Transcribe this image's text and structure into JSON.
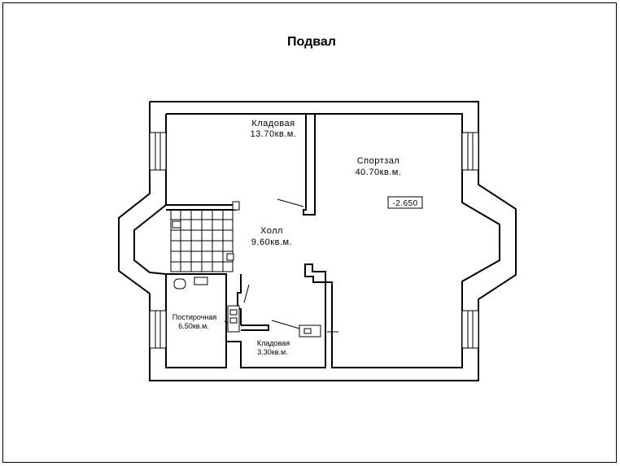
{
  "plan": {
    "title": "Подвал",
    "rooms": [
      {
        "id": "storage-1",
        "name": "Кладовая",
        "area": "13.70кв.м."
      },
      {
        "id": "gym",
        "name": "Спортзал",
        "area": "40.70кв.м."
      },
      {
        "id": "hall",
        "name": "Холл",
        "area": "9.60кв.м."
      },
      {
        "id": "laundry",
        "name": "Постирочная",
        "area": "6.50кв.м."
      },
      {
        "id": "storage-2",
        "name": "Кладовая",
        "area": "3.30кв.м."
      }
    ],
    "level_mark": "-2.650"
  }
}
